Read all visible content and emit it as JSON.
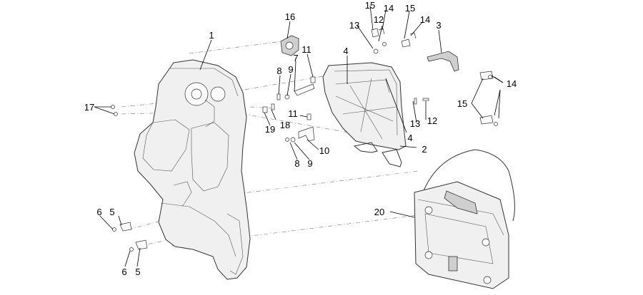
{
  "callouts": [
    {
      "id": "c1",
      "text": "1"
    },
    {
      "id": "c2",
      "text": "2"
    },
    {
      "id": "c3",
      "text": "3"
    },
    {
      "id": "c4a",
      "text": "4"
    },
    {
      "id": "c4b",
      "text": "4"
    },
    {
      "id": "c5a",
      "text": "5"
    },
    {
      "id": "c5b",
      "text": "5"
    },
    {
      "id": "c6a",
      "text": "6"
    },
    {
      "id": "c6b",
      "text": "6"
    },
    {
      "id": "c7",
      "text": "7"
    },
    {
      "id": "c8a",
      "text": "8"
    },
    {
      "id": "c8b",
      "text": "8"
    },
    {
      "id": "c9a",
      "text": "9"
    },
    {
      "id": "c9b",
      "text": "9"
    },
    {
      "id": "c10",
      "text": "10"
    },
    {
      "id": "c11a",
      "text": "11"
    },
    {
      "id": "c11b",
      "text": "11"
    },
    {
      "id": "c12a",
      "text": "12"
    },
    {
      "id": "c12b",
      "text": "12"
    },
    {
      "id": "c13a",
      "text": "13"
    },
    {
      "id": "c13b",
      "text": "13"
    },
    {
      "id": "c14a",
      "text": "14"
    },
    {
      "id": "c14b",
      "text": "14"
    },
    {
      "id": "c14c",
      "text": "14"
    },
    {
      "id": "c15a",
      "text": "15"
    },
    {
      "id": "c15b",
      "text": "15"
    },
    {
      "id": "c15c",
      "text": "15"
    },
    {
      "id": "c16",
      "text": "16"
    },
    {
      "id": "c17",
      "text": "17"
    },
    {
      "id": "c18",
      "text": "18"
    },
    {
      "id": "c19",
      "text": "19"
    },
    {
      "id": "c20",
      "text": "20"
    }
  ]
}
